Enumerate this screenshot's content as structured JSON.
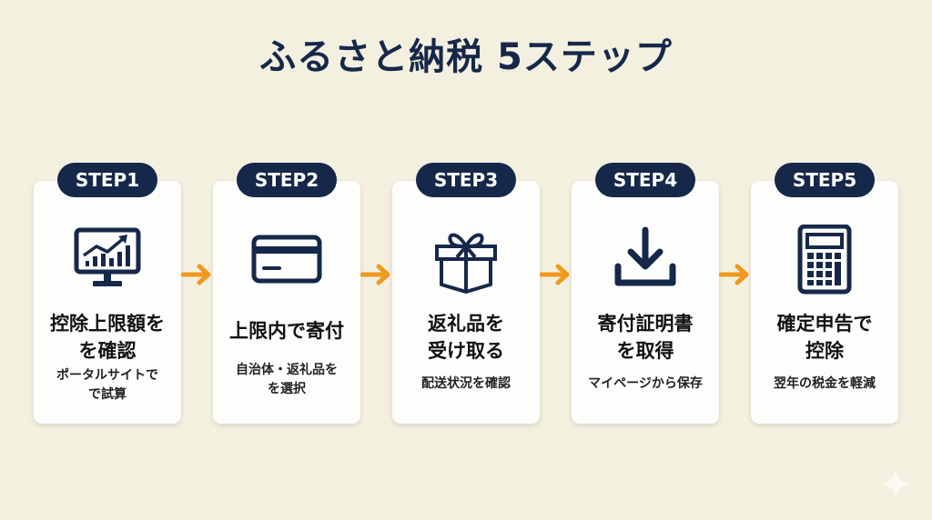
{
  "title": "ふるさと納税 5ステップ",
  "colors": {
    "navy": "#16284a",
    "arrow": "#ef9a1f",
    "background": "#f4f0e0",
    "card": "#fdfdfc"
  },
  "steps": [
    {
      "badge": "STEP1",
      "icon": "monitor-chart-icon",
      "heading_lines": [
        "控除上限額を",
        "を確認"
      ],
      "desc_lines": [
        "ポータルサイトで",
        "で試算"
      ]
    },
    {
      "badge": "STEP2",
      "icon": "credit-card-icon",
      "heading_lines": [
        "上限内で寄付"
      ],
      "desc_lines": [
        "自治体・返礼品を",
        "を選択"
      ]
    },
    {
      "badge": "STEP3",
      "icon": "gift-box-icon",
      "heading_lines": [
        "返礼品を",
        "受け取る"
      ],
      "desc_lines": [
        "配送状況を確認"
      ]
    },
    {
      "badge": "STEP4",
      "icon": "download-icon",
      "heading_lines": [
        "寄付証明書",
        "を取得"
      ],
      "desc_lines": [
        "マイページから保存"
      ]
    },
    {
      "badge": "STEP5",
      "icon": "calculator-icon",
      "heading_lines": [
        "確定申告で",
        "控除"
      ],
      "desc_lines": [
        "翌年の税金を軽減"
      ]
    }
  ]
}
